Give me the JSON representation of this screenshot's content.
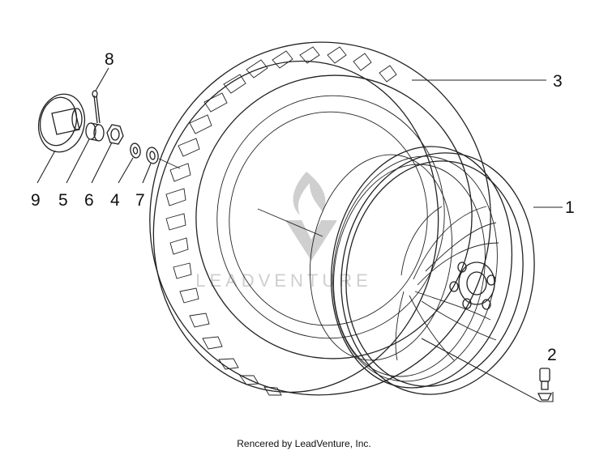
{
  "callouts": [
    {
      "id": "1",
      "part": "rim"
    },
    {
      "id": "2",
      "part": "valve-stem"
    },
    {
      "id": "3",
      "part": "tire"
    },
    {
      "id": "4",
      "part": "washer"
    },
    {
      "id": "5",
      "part": "spacer"
    },
    {
      "id": "6",
      "part": "axle-nut"
    },
    {
      "id": "7",
      "part": "washer"
    },
    {
      "id": "8",
      "part": "cotter-pin"
    },
    {
      "id": "9",
      "part": "hub-cap"
    }
  ],
  "watermark": {
    "text": "LEADVENTURE"
  },
  "footer": {
    "credit": "Rencered by LeadVenture, Inc."
  },
  "colors": {
    "line": "#222222",
    "watermark": "#cfcfcf",
    "background": "#ffffff"
  }
}
